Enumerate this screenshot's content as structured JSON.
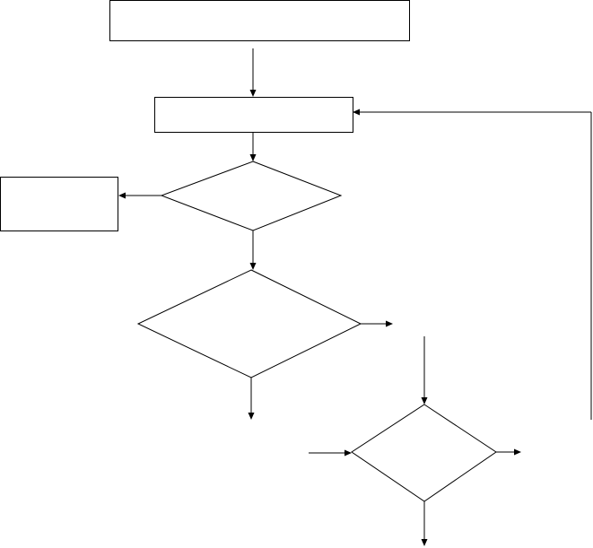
{
  "diagram": {
    "type": "flowchart",
    "colors": {
      "stroke": "#000000",
      "fill": "#ffffff",
      "background": "#ffffff"
    },
    "nodes": [
      {
        "id": "top-box",
        "shape": "rectangle",
        "label": ""
      },
      {
        "id": "second-box",
        "shape": "rectangle",
        "label": ""
      },
      {
        "id": "first-decision",
        "shape": "diamond",
        "label": ""
      },
      {
        "id": "left-box",
        "shape": "rectangle",
        "label": ""
      },
      {
        "id": "second-decision",
        "shape": "diamond",
        "label": ""
      },
      {
        "id": "third-decision",
        "shape": "diamond",
        "label": ""
      }
    ],
    "edges": [
      {
        "from": "top-box",
        "to": "second-box"
      },
      {
        "from": "second-box",
        "to": "first-decision"
      },
      {
        "from": "first-decision",
        "to": "left-box"
      },
      {
        "from": "first-decision",
        "to": "second-decision"
      },
      {
        "from": "second-decision",
        "to": "off-page-right"
      },
      {
        "from": "second-decision",
        "to": "off-page-down"
      },
      {
        "from": "off-page-top",
        "to": "third-decision"
      },
      {
        "from": "off-page-left",
        "to": "third-decision"
      },
      {
        "from": "third-decision",
        "to": "off-page-right"
      },
      {
        "from": "third-decision",
        "to": "off-page-down"
      },
      {
        "from": "right-return-line",
        "to": "second-box"
      }
    ]
  }
}
